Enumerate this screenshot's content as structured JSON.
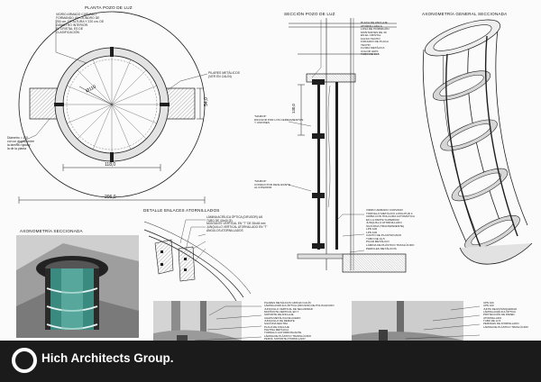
{
  "sheet": {
    "titles": {
      "plan": "PLANTA POZO DE LUZ",
      "section": "SECCIÓN POZO DE LUZ",
      "axo_general": "AXONOMETRÍA GENERAL SECCIONADA",
      "axo_section": "AXONOMETRÍA SECCIONADA",
      "detail": "DETALLE ENLACES ATORNILLADOS"
    },
    "dimensions": {
      "inner_diameter": "Ø110",
      "inner_width": "118,0",
      "outer_width": "206,0",
      "right_height": "54,0",
      "section_height": "130,0"
    },
    "plan_notes": {
      "top_left": "VIDRIO ARMADO CURVADO\nFORMANDO UN CILINDRO DE\n200 cm. DE ALTURA Y 220 cm. DE\nDIÁMETRO INTERIOR.\nEL CRISTAL ES DE\nCLASIFICACIÓN",
      "right": "PILARES METÁLICOS\n(VER EN CALÍN)",
      "left": "Diámetro = 110\ncon un ángulo entre\nla lámina rígida y\nla de la planta"
    },
    "section_notes": {
      "top": "PLACA DE ANCLAJE\nATORNILLADA A\nLOSA DE HORMIGÓN\nMONTANTES DE 30\nEN EL CRISTAL\nFALSO TECHO\nFORJADO DE PLACA\nTECHO\nFLORA METÁLICA\nCOLOR GRIS\nTUBO DE 10.5",
      "mid_left": "\"MAMOF\"\nDIFUSOR POR LOS CERRAMIENTOS\nY UNIONES",
      "low_left": "\"MAMOF\"\nCONDUCTOR DESLIZANTE\nAL INTERIOR",
      "right_stack": "VIDRIO ARMADO CURVADO\nTORNILLO METÁLICO LONGITUD 4\nCRIBA CON HOLGURA AUTOMÁTICA\nEN LA PARTE SUPERIOR\nJUNQUILLO ATORNILLADO\nSILICONA (TRANSPARENTE)\nLPN 100\nLPN 100\nCANTO DE PLASTIFICADO\nTUBO DE 12.5\nPILAR METÁLICO\nLÁMINA DE PLÁSTICO TRASLÚCIDO\nPERFILES METÁLICOS"
    },
    "detail_notes": {
      "stack": "LÁMINA ACRÍLICA ÓPTICA (DIFUSOR) 4/6\nTUBO DE 40x40 (5)\nMONTANTE VERTICAL EN \"T\" DE 35x45 mm\nJUNQUILLO VERTICAL ATORNILLADO EN \"T\"\nÁNGULOS ATORNILLADOS"
    },
    "bottom_notes": {
      "left_stack": "PILARES METÁLICOS GRIS EN CALÍN\nLÁMINA ACRÍLICA ÓPTICA (DIFUSOR) DE POLISULFURO\nJUNQUILLO VERTICAL DE SEGURIDAD\nMONTANTE VERTICAL EN T\nSOPORTE DE ANCLAJE\nCHAPA METÁLICA DE ACERO\nJUNQUILLO DE REMATE\nSILICONA NEUTRA\nPLACA DE ANCLAJE\nPLETINA METÁLICA\nTORNILLO AUTORROSCANTE\nLÁMINA DE PLÁSTICO TRANSLÚCIDO\nPERFIL SOPORTE ATORNILLADO\nMONTANTE VERTICAL 30X40",
      "right_stack": "UPN 100\nUPN 100\nJUNTA DE ESTANQUEIDAD\nLÁMINA ACRÍLICA ÓPTICA\nPROTECCIÓN DE PARED\nATORNILLADO\nTUBO DE 12.5\nPERFILES DE ATORNILLADO\nLÁMINA DE PLÁSTICO TRASLÚCIDO"
    },
    "brand": {
      "name": "Hich Architects Group."
    },
    "colors": {
      "background": "#fbfbfb",
      "line": "#1e1e1e",
      "hatch_gray": "#bdbdbd",
      "glass_teal": "#4d9f93",
      "banner": "#1b1b1b"
    }
  }
}
